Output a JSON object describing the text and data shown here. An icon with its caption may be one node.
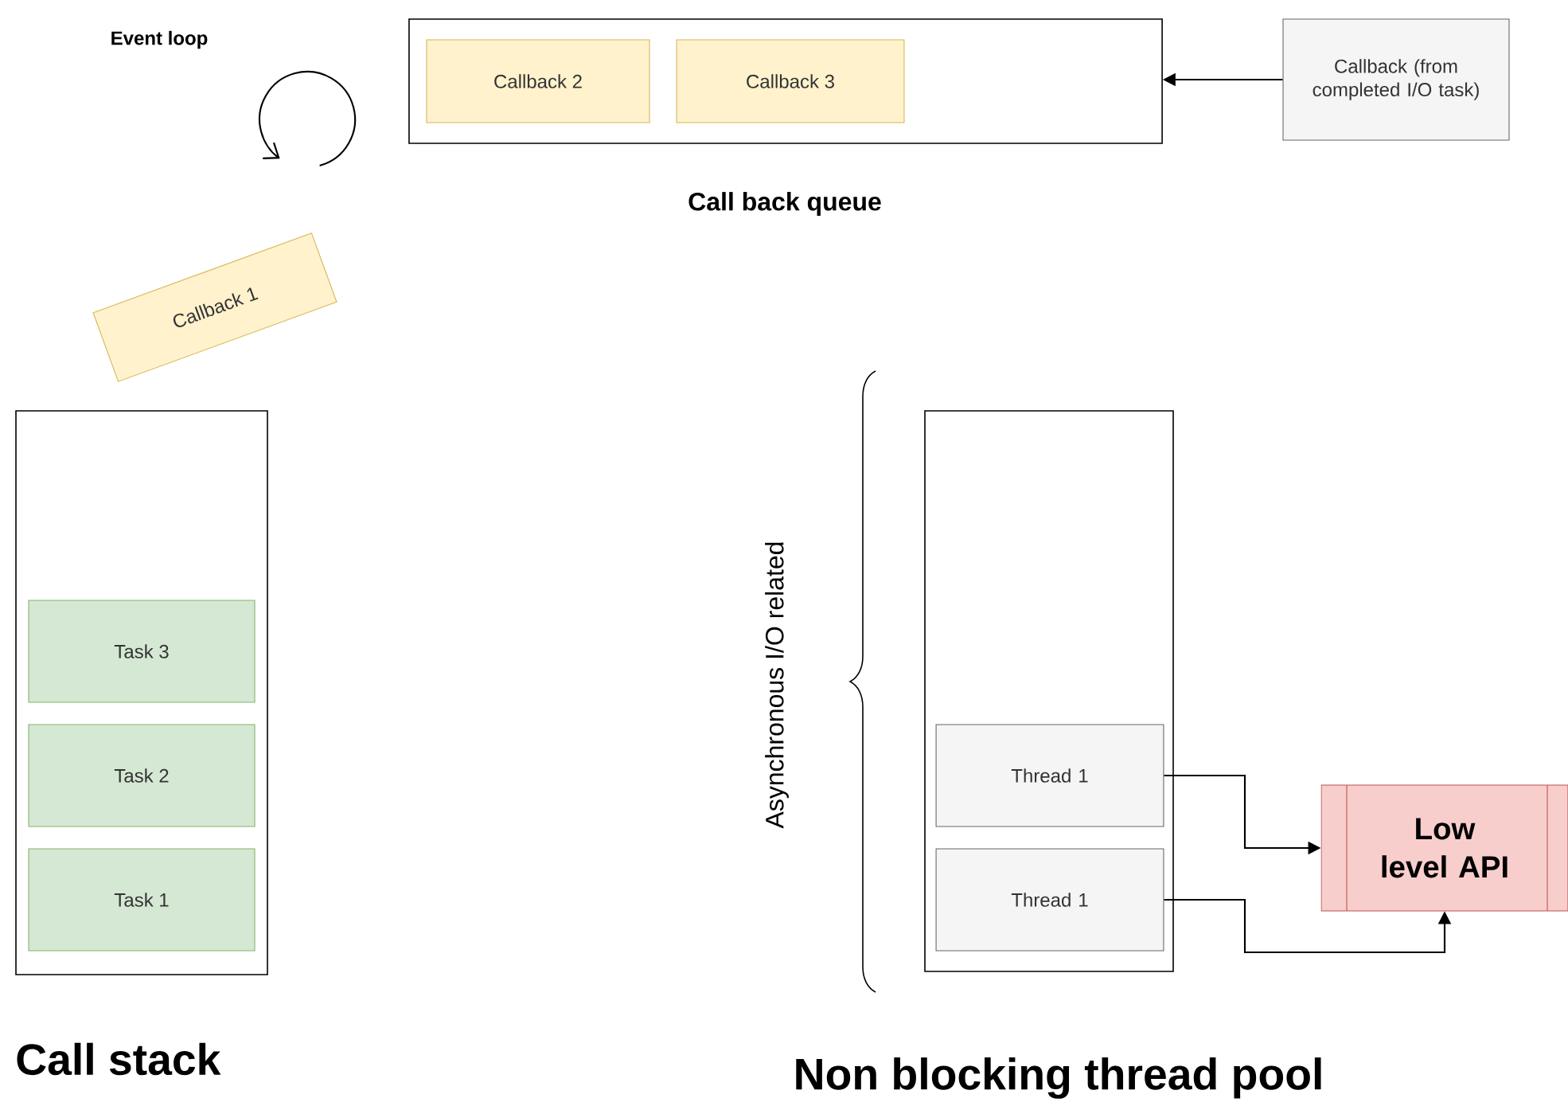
{
  "diagram": {
    "nodes": [
      {
        "text": [
          "Call back queue"
        ]
      },
      {
        "text": [
          "Callback 2"
        ],
        "in": 0
      },
      {
        "text": [
          "Callback 3"
        ],
        "in": 0
      },
      {
        "text": [
          "Callback (from completed I/O task)"
        ]
      },
      {
        "text": [
          "Callback 1"
        ]
      },
      {
        "text": [
          "Call stack"
        ]
      },
      {
        "text": [
          "Task 3"
        ],
        "in": 5
      },
      {
        "text": [
          "Task 2"
        ],
        "in": 5
      },
      {
        "text": [
          "Task 1"
        ],
        "in": 5
      },
      {
        "text": [
          "Non blocking thread pool"
        ]
      },
      {
        "text": [
          "Thread 1"
        ],
        "in": 9
      },
      {
        "text": [
          "Thread 1"
        ],
        "in": 9
      },
      {
        "text": [
          "Low level API"
        ]
      }
    ],
    "edges": [
      {
        "from": 3,
        "to": 0,
        "arrow": "to"
      },
      {
        "from": 10,
        "to": 12,
        "arrow": "to"
      },
      {
        "from": 11,
        "to": 12,
        "arrow": "to"
      }
    ],
    "labels": [
      "Event loop",
      "Asynchronous I/O related"
    ]
  }
}
